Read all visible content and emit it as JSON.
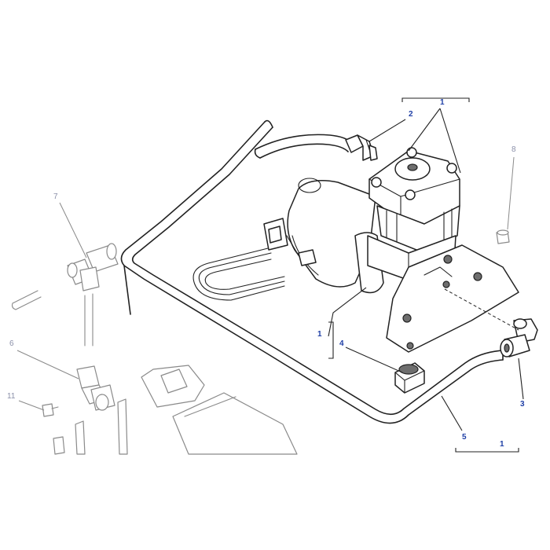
{
  "callouts": {
    "c1_top": "1",
    "c2": "2",
    "c1_mid": "1",
    "c4": "4",
    "c3": "3",
    "c5": "5",
    "c1_bottom": "1",
    "c6": "6",
    "c7": "7",
    "c8": "8",
    "c11": "11"
  },
  "colors": {
    "callout_blue": "#1f3fa6",
    "callout_faint": "#8a8fa8",
    "line_dark": "#222222",
    "line_faint": "#8a8a8a",
    "fill_grey": "#b9b9b9"
  }
}
